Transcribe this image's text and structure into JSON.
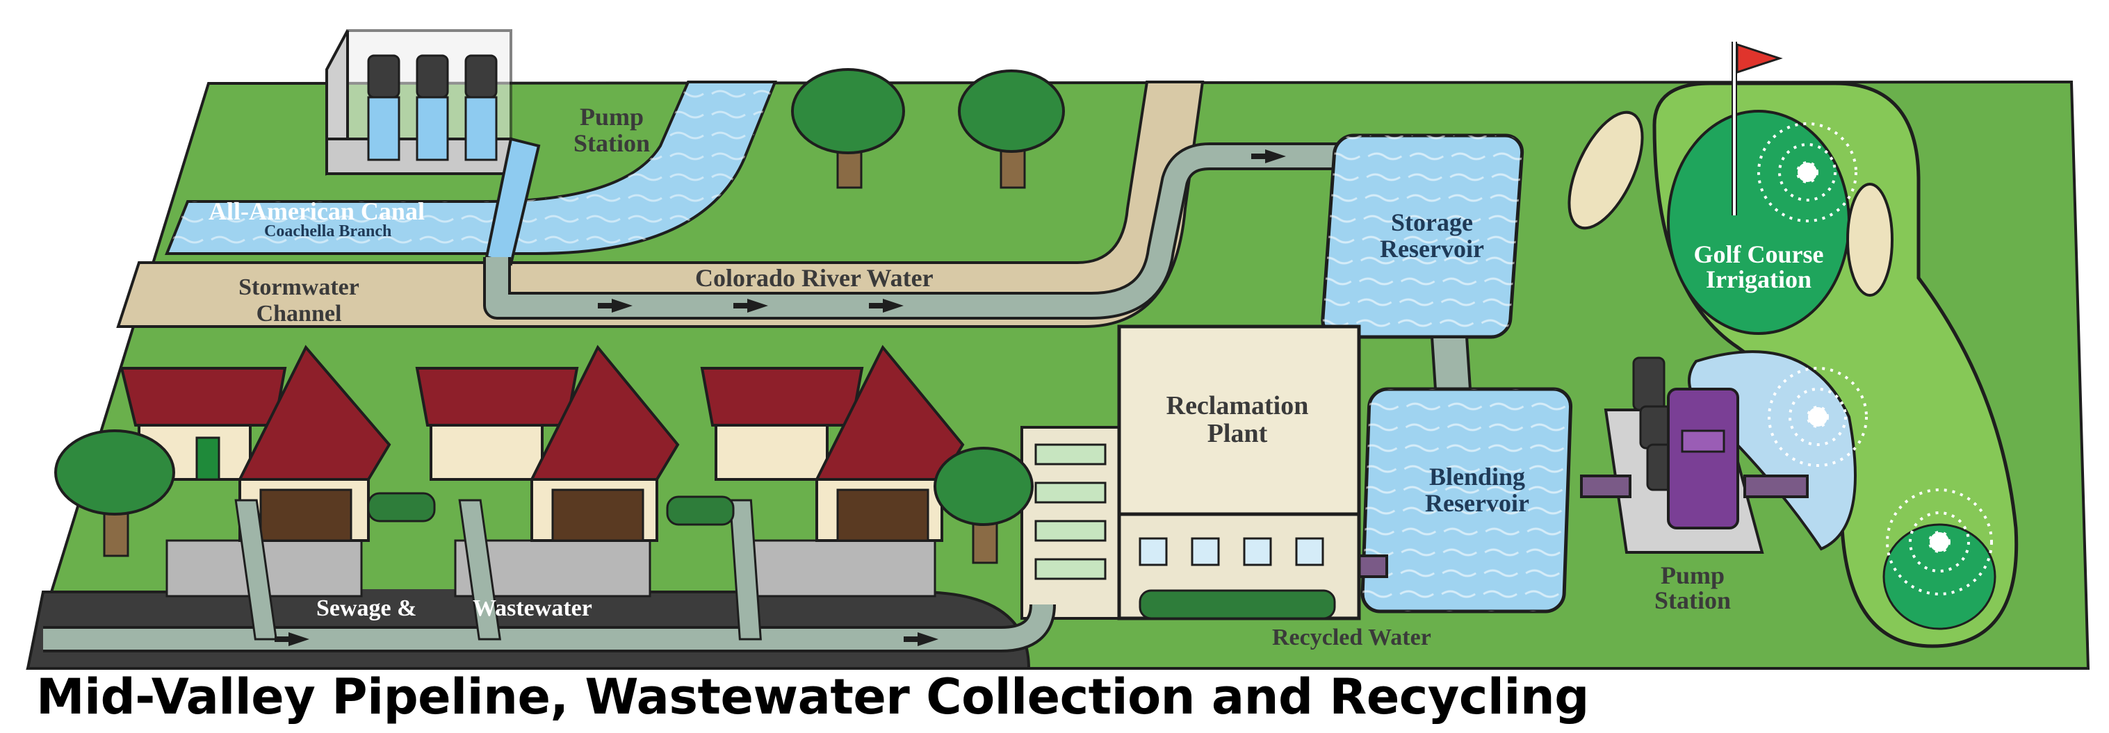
{
  "labels": {
    "pump_station_top_line1": "Pump",
    "pump_station_top_line2": "Station",
    "canal_name": "All-American Canal",
    "canal_branch": "Coachella Branch",
    "colorado_river_water": "Colorado River Water",
    "stormwater_line1": "Stormwater",
    "stormwater_line2": "Channel",
    "storage_line1": "Storage",
    "storage_line2": "Reservoir",
    "golf_line1": "Golf Course",
    "golf_line2": "Irrigation",
    "reclamation_line1": "Reclamation",
    "reclamation_line2": "Plant",
    "blending_line1": "Blending",
    "blending_line2": "Reservoir",
    "pump_station_right_line1": "Pump",
    "pump_station_right_line2": "Station",
    "sewage_part1": "Sewage &",
    "sewage_part2": "Wastewater",
    "recycled_water": "Recycled Water"
  },
  "caption": "Mid-Valley Pipeline, Wastewater Collection and Recycling",
  "colors": {
    "grass": "#6ab04c",
    "dirt_channel": "#d8c9a6",
    "water": "#9fd3f0",
    "pipe_gray": "#9fb5a8",
    "recycled_pipe": "#7a5a87",
    "roof": "#8e1f2a",
    "road": "#3c3c3c"
  },
  "icons": [
    "tree-icon",
    "house-icon",
    "pump-icon",
    "flag-icon",
    "sprinkler-icon",
    "flow-arrow-icon"
  ]
}
